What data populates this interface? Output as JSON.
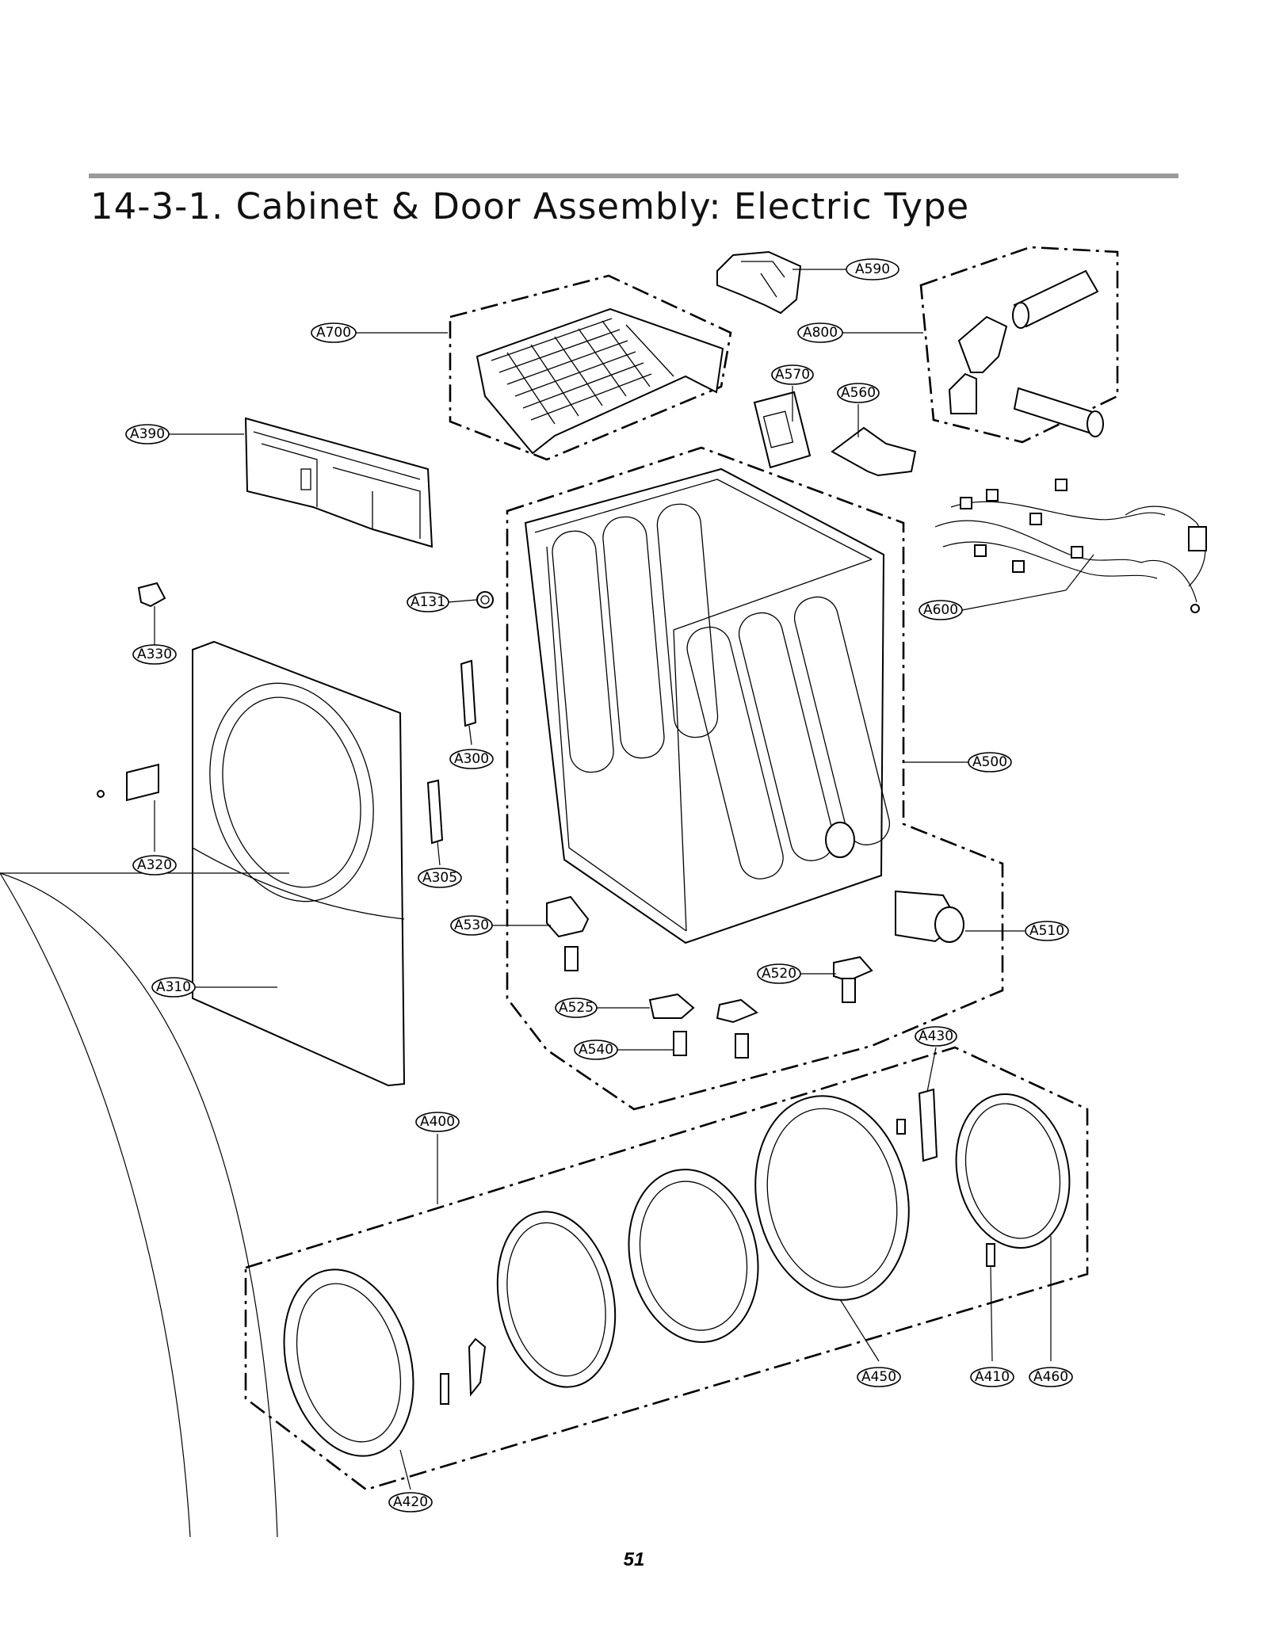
{
  "title": "14-3-1. Cabinet & Door Assembly: Electric Type",
  "page_number": "51",
  "callouts": [
    "A590",
    "A700",
    "A800",
    "A570",
    "A560",
    "A390",
    "A131",
    "A600",
    "A330",
    "A300",
    "A500",
    "A320",
    "A305",
    "A530",
    "A510",
    "A310",
    "A520",
    "A525",
    "A540",
    "A430",
    "A400",
    "A450",
    "A410",
    "A460",
    "A420"
  ]
}
